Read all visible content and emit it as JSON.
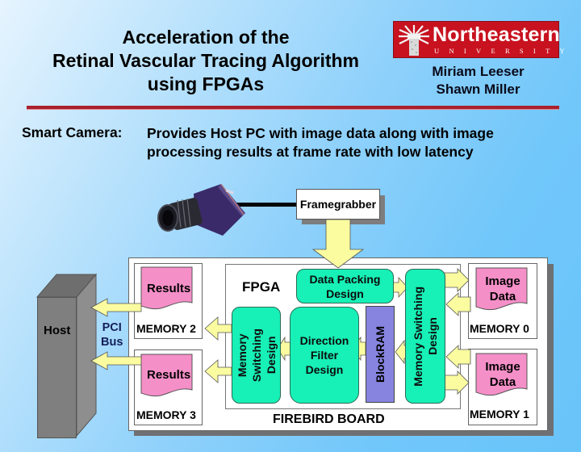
{
  "header": {
    "title_lines": [
      "Acceleration of the",
      "Retinal Vascular Tracing Algorithm",
      "using FPGAs"
    ],
    "logo": {
      "name": "Northeastern",
      "subtitle": "UNIVERSITY",
      "color": "#c8121f"
    },
    "authors": [
      "Miriam Leeser",
      "Shawn Miller"
    ],
    "rule_color": "#a9202c"
  },
  "summary": {
    "label": "Smart Camera:",
    "description_lines": [
      "Provides Host PC with image data along with image",
      "processing results at frame rate with low latency"
    ]
  },
  "diagram": {
    "camera": {
      "icon": "camera-icon"
    },
    "framegrabber": {
      "label": "Framegrabber"
    },
    "host": {
      "label": "Host",
      "bus_lines": [
        "PCI",
        "Bus"
      ]
    },
    "board": {
      "label": "FIREBIRD BOARD",
      "fpga": {
        "label": "FPGA",
        "blocks": {
          "data_packing": [
            "Data Packing",
            "Design"
          ],
          "direction_filter": [
            "Direction",
            "Filter",
            "Design"
          ],
          "blockram": "BlockRAM",
          "mem_switch_left": [
            "Memory",
            "Switching",
            "Design"
          ],
          "mem_switch_right": [
            "Memory Switching",
            "Design"
          ]
        }
      },
      "memories": [
        {
          "id": "MEMORY 2",
          "content": "Results"
        },
        {
          "id": "MEMORY 3",
          "content": "Results"
        },
        {
          "id": "MEMORY 0",
          "content_lines": [
            "Image",
            "Data"
          ]
        },
        {
          "id": "MEMORY 1",
          "content_lines": [
            "Image",
            "Data"
          ]
        }
      ]
    },
    "colors": {
      "design_block": "#17f0b6",
      "blockram": "#8784e0",
      "memory_doc": "#f58fc8",
      "arrow": "#fbfca0",
      "host": "#7f7f7f"
    }
  }
}
